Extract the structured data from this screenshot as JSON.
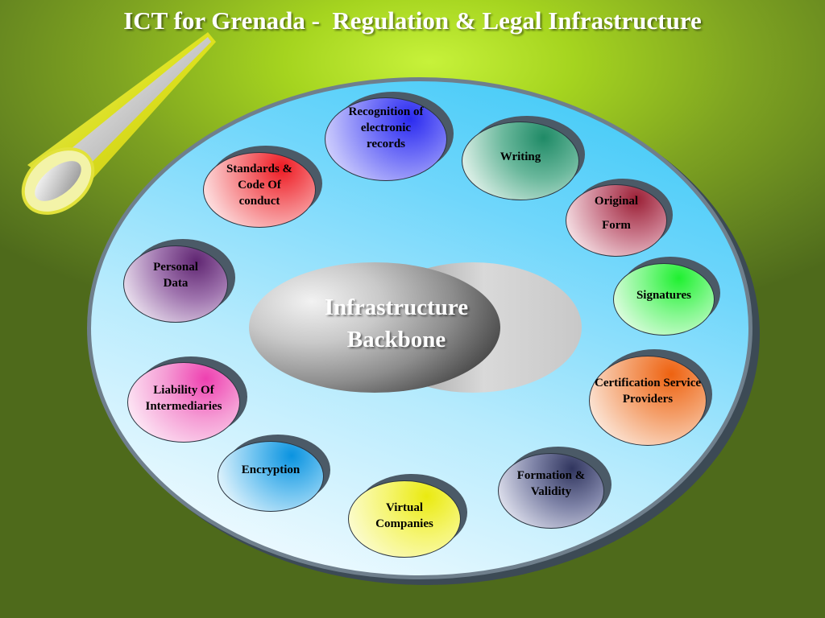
{
  "title": "ICT for Grenada -  Regulation & Legal Infrastructure",
  "center": {
    "line1": "Infrastructure",
    "line2": "Backbone"
  },
  "nodes": {
    "recognition": "Recognition of electronic records",
    "writing": "Writing",
    "original_form_1": "Original",
    "original_form_2": "Form",
    "signatures": "Signatures",
    "certification": "Certification Service Providers",
    "formation": "Formation & Validity",
    "virtual": "Virtual Companies",
    "encryption": "Encryption",
    "liability": "Liability Of Intermediaries",
    "personal": "Personal Data",
    "standards": "Standards & Code Of conduct"
  },
  "colors": {
    "recognition": "#4f4ff2",
    "writing": "#2f9d7a",
    "original_form": "#b0354a",
    "signatures": "#3df24a",
    "certification": "#f0752a",
    "formation": "#4a4f7a",
    "virtual": "#f4f43a",
    "encryption": "#2aa6e8",
    "liability": "#f06ac0",
    "personal": "#7a3f8a",
    "standards": "#f0343a"
  }
}
